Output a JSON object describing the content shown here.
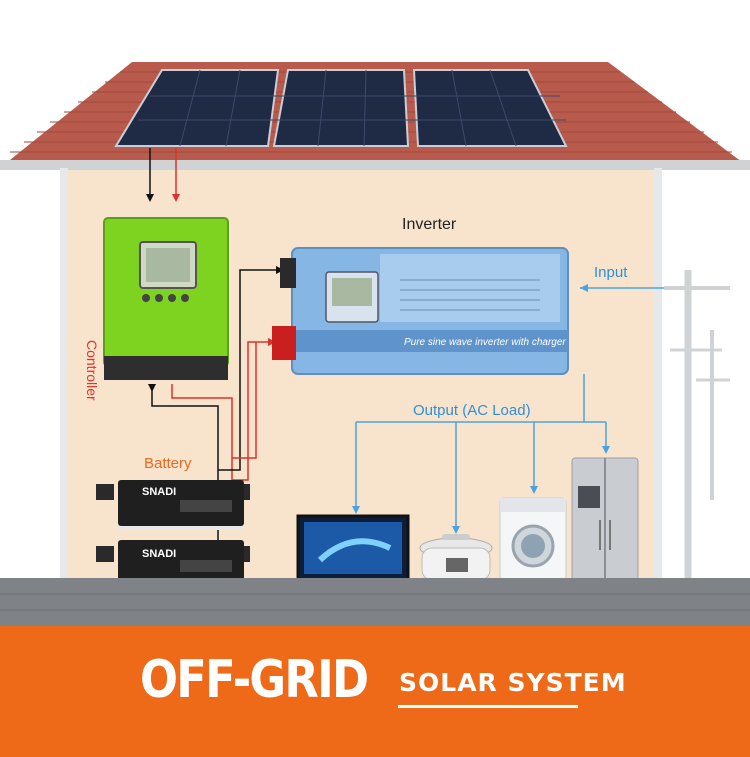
{
  "labels": {
    "inverter": "Inverter",
    "input": "Input",
    "output": "Output (AC Load)",
    "battery": "Battery",
    "controller": "Controller"
  },
  "inverter_caption": "Pure sine wave inverter with charger",
  "battery_brand": "SNADI",
  "footer": {
    "title_main": "OFF-GRID",
    "title_sub": "SOLAR SYSTEM"
  },
  "colors": {
    "wire_positive": "#e0312b",
    "wire_negative": "#111111",
    "wire_ac": "#4aa3df",
    "footer_bg": "#ee6a18",
    "roof": "#b85a4c",
    "wall": "#f8e4cc",
    "controller": "#7ed321",
    "inverter": "#86b6e3"
  }
}
